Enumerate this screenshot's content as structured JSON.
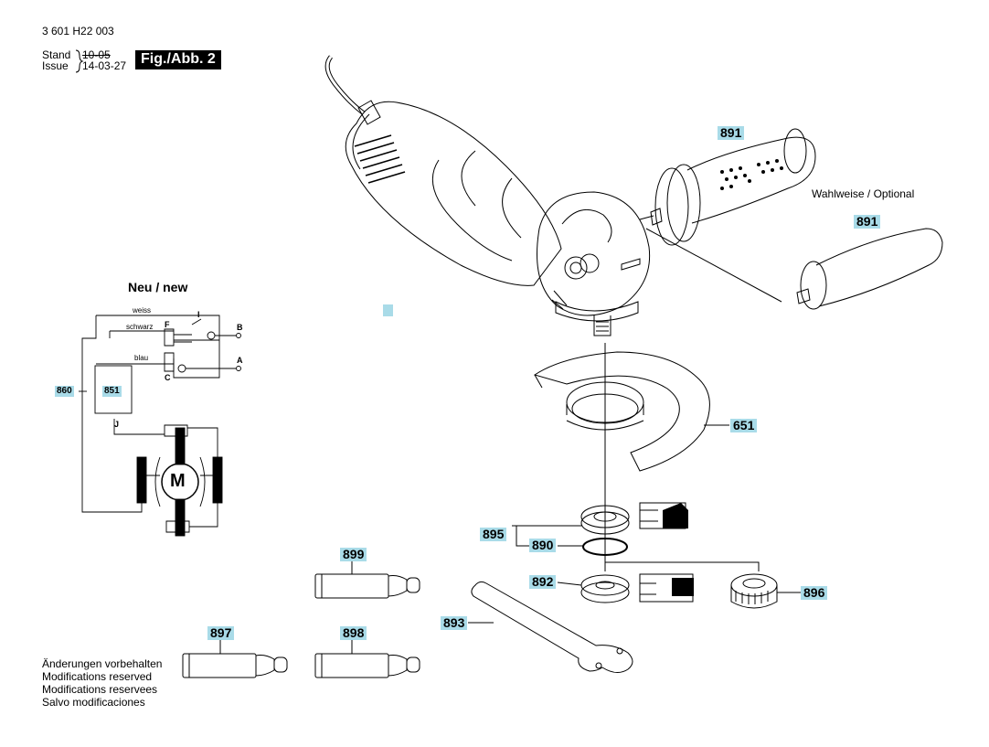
{
  "header": {
    "doc_number": "3 601 H22 003",
    "stand_label": "Stand",
    "issue_label": "Issue",
    "stand_date": "10-05",
    "issue_date": "14-03-27",
    "figure": "Fig./Abb. 2"
  },
  "optional_note": "Wahlweise / Optional",
  "wiring": {
    "title": "Neu / new",
    "wires": {
      "weiss": "weiss",
      "schwarz": "schwarz",
      "blau": "blau"
    },
    "terminals": {
      "I": "I",
      "F": "F",
      "B": "B",
      "A": "A",
      "C": "C",
      "J": "J"
    },
    "motor": "M",
    "label_860": "860",
    "label_851": "851"
  },
  "parts": {
    "p891a": "891",
    "p891b": "891",
    "p651": "651",
    "p895": "895",
    "p890": "890",
    "p892": "892",
    "p896": "896",
    "p893": "893",
    "p899": "899",
    "p897": "897",
    "p898": "898"
  },
  "footer": {
    "line1": "Änderungen vorbehalten",
    "line2": "Modifications reserved",
    "line3": "Modifications reservees",
    "line4": "Salvo modificaciones"
  }
}
